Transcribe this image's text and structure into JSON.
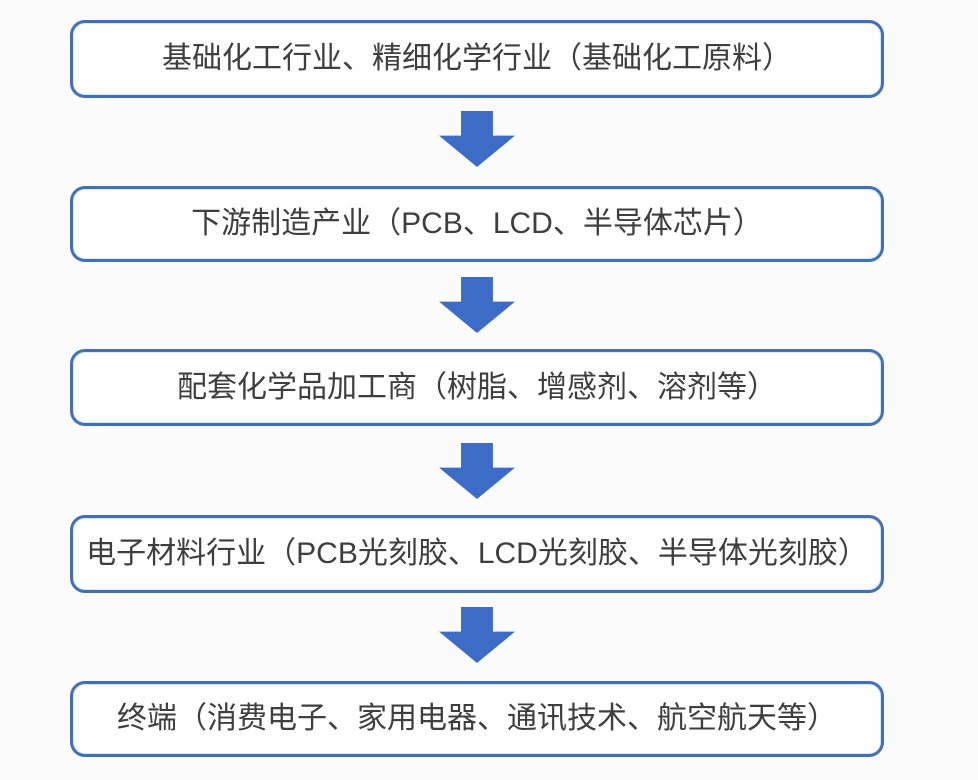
{
  "theme": {
    "bg": "#fcfbfc",
    "fill": "#fefeff",
    "border": "#4270b8",
    "arrow": "#3d6cc6",
    "text": "#3e3e3e"
  },
  "flowchart": {
    "description": "industry-chain-flow",
    "steps": [
      {
        "label": "基础化工行业、精细化学行业（基础化工原料）"
      },
      {
        "label": "下游制造产业（PCB、LCD、半导体芯片）"
      },
      {
        "label": "配套化学品加工商（树脂、增感剂、溶剂等）"
      },
      {
        "label": "电子材料行业（PCB光刻胶、LCD光刻胶、半导体光刻胶）"
      },
      {
        "label": "终端（消费电子、家用电器、通讯技术、航空航天等）"
      }
    ]
  }
}
